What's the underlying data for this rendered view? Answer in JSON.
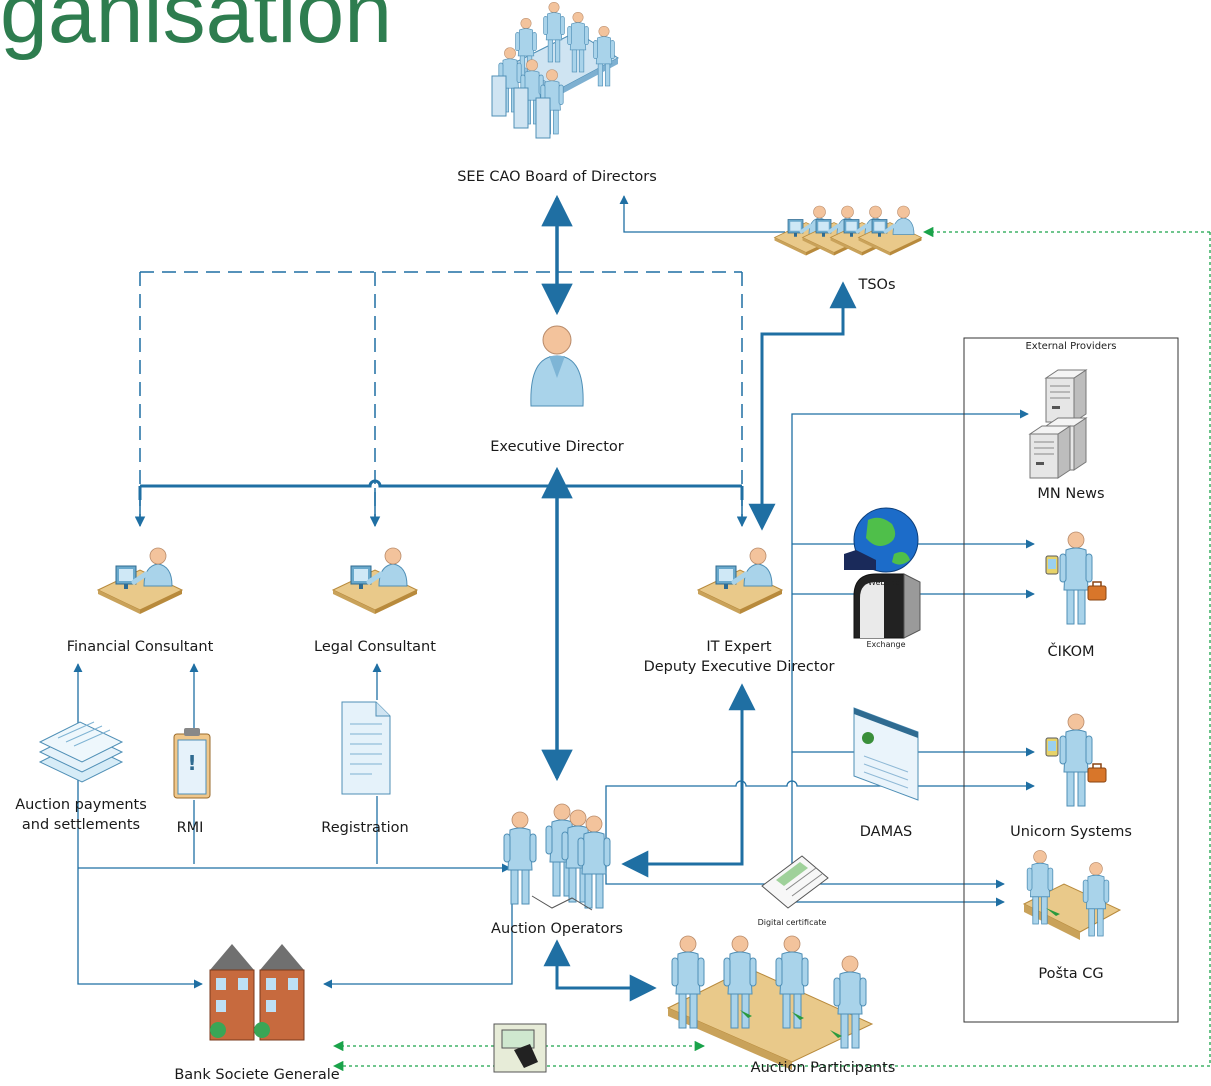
{
  "title": "ganisation",
  "external_box_label": "External Providers",
  "nodes": {
    "board": "SEE CAO Board of Directors",
    "tsos": "TSOs",
    "executive_director": "Executive Director",
    "financial_consultant": "Financial Consultant",
    "legal_consultant": "Legal Consultant",
    "it_expert_line1": "IT Expert",
    "it_expert_line2": "Deputy Executive Director",
    "auction_payments_line1": "Auction payments",
    "auction_payments_line2": "and settlements",
    "rmi": "RMI",
    "registration": "Registration",
    "auction_operators": "Auction Operators",
    "auction_participants": "Auction Participants",
    "bank": "Bank Societe Generale",
    "damas": "DAMAS",
    "mn_news": "MN News",
    "cikom": "ČIKOM",
    "unicorn": "Unicorn Systems",
    "posta": "Pošta CG",
    "website": "Website",
    "exchange": "Exchange",
    "digital_certificate": "Digital certificate"
  },
  "colors": {
    "title": "#2e7d4f",
    "connector_blue": "#1f6fa3",
    "dotted_green": "#1aa34a",
    "person_light": "#a9d3ea",
    "person_dark": "#6aa9cc",
    "desk": "#e9c98a",
    "desk_edge": "#b88a3c",
    "skin": "#f3c39c"
  }
}
